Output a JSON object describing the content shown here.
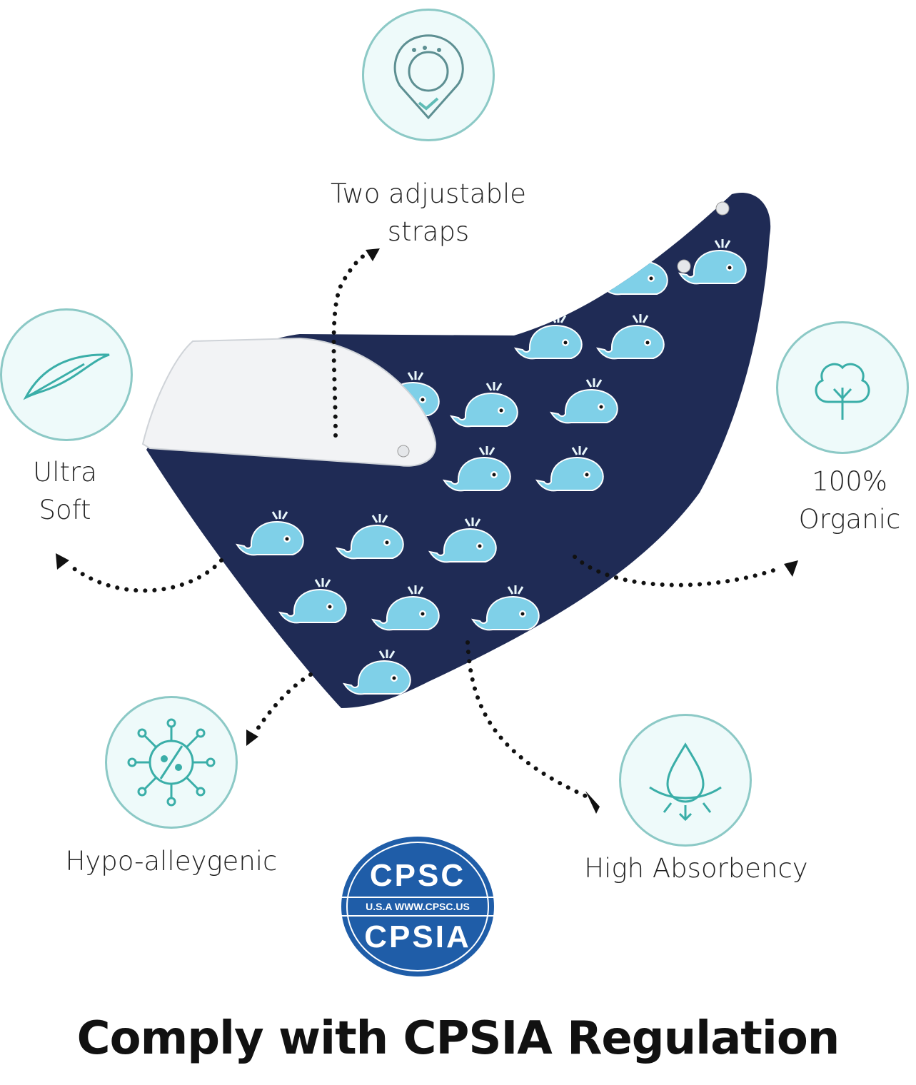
{
  "features": {
    "straps": "Two adjustable straps",
    "straps_line1": "Two adjustable",
    "straps_line2": "straps",
    "soft_line1": "Ultra",
    "soft_line2": "Soft",
    "organic_line1": "100%",
    "organic_line2": "Organic",
    "hypo": "Hypo-alleygenic",
    "absorbency": "High Absorbency"
  },
  "badge": {
    "top": "CPSC",
    "band": "U.S.A WWW.CPSC.US",
    "bottom": "CPSIA"
  },
  "headline": "Comply with CPSIA Regulation",
  "colors": {
    "accent": "#5fbcb6",
    "navy": "#1f2b55",
    "whale": "#7fd0e8",
    "badge": "#1f5da8"
  }
}
